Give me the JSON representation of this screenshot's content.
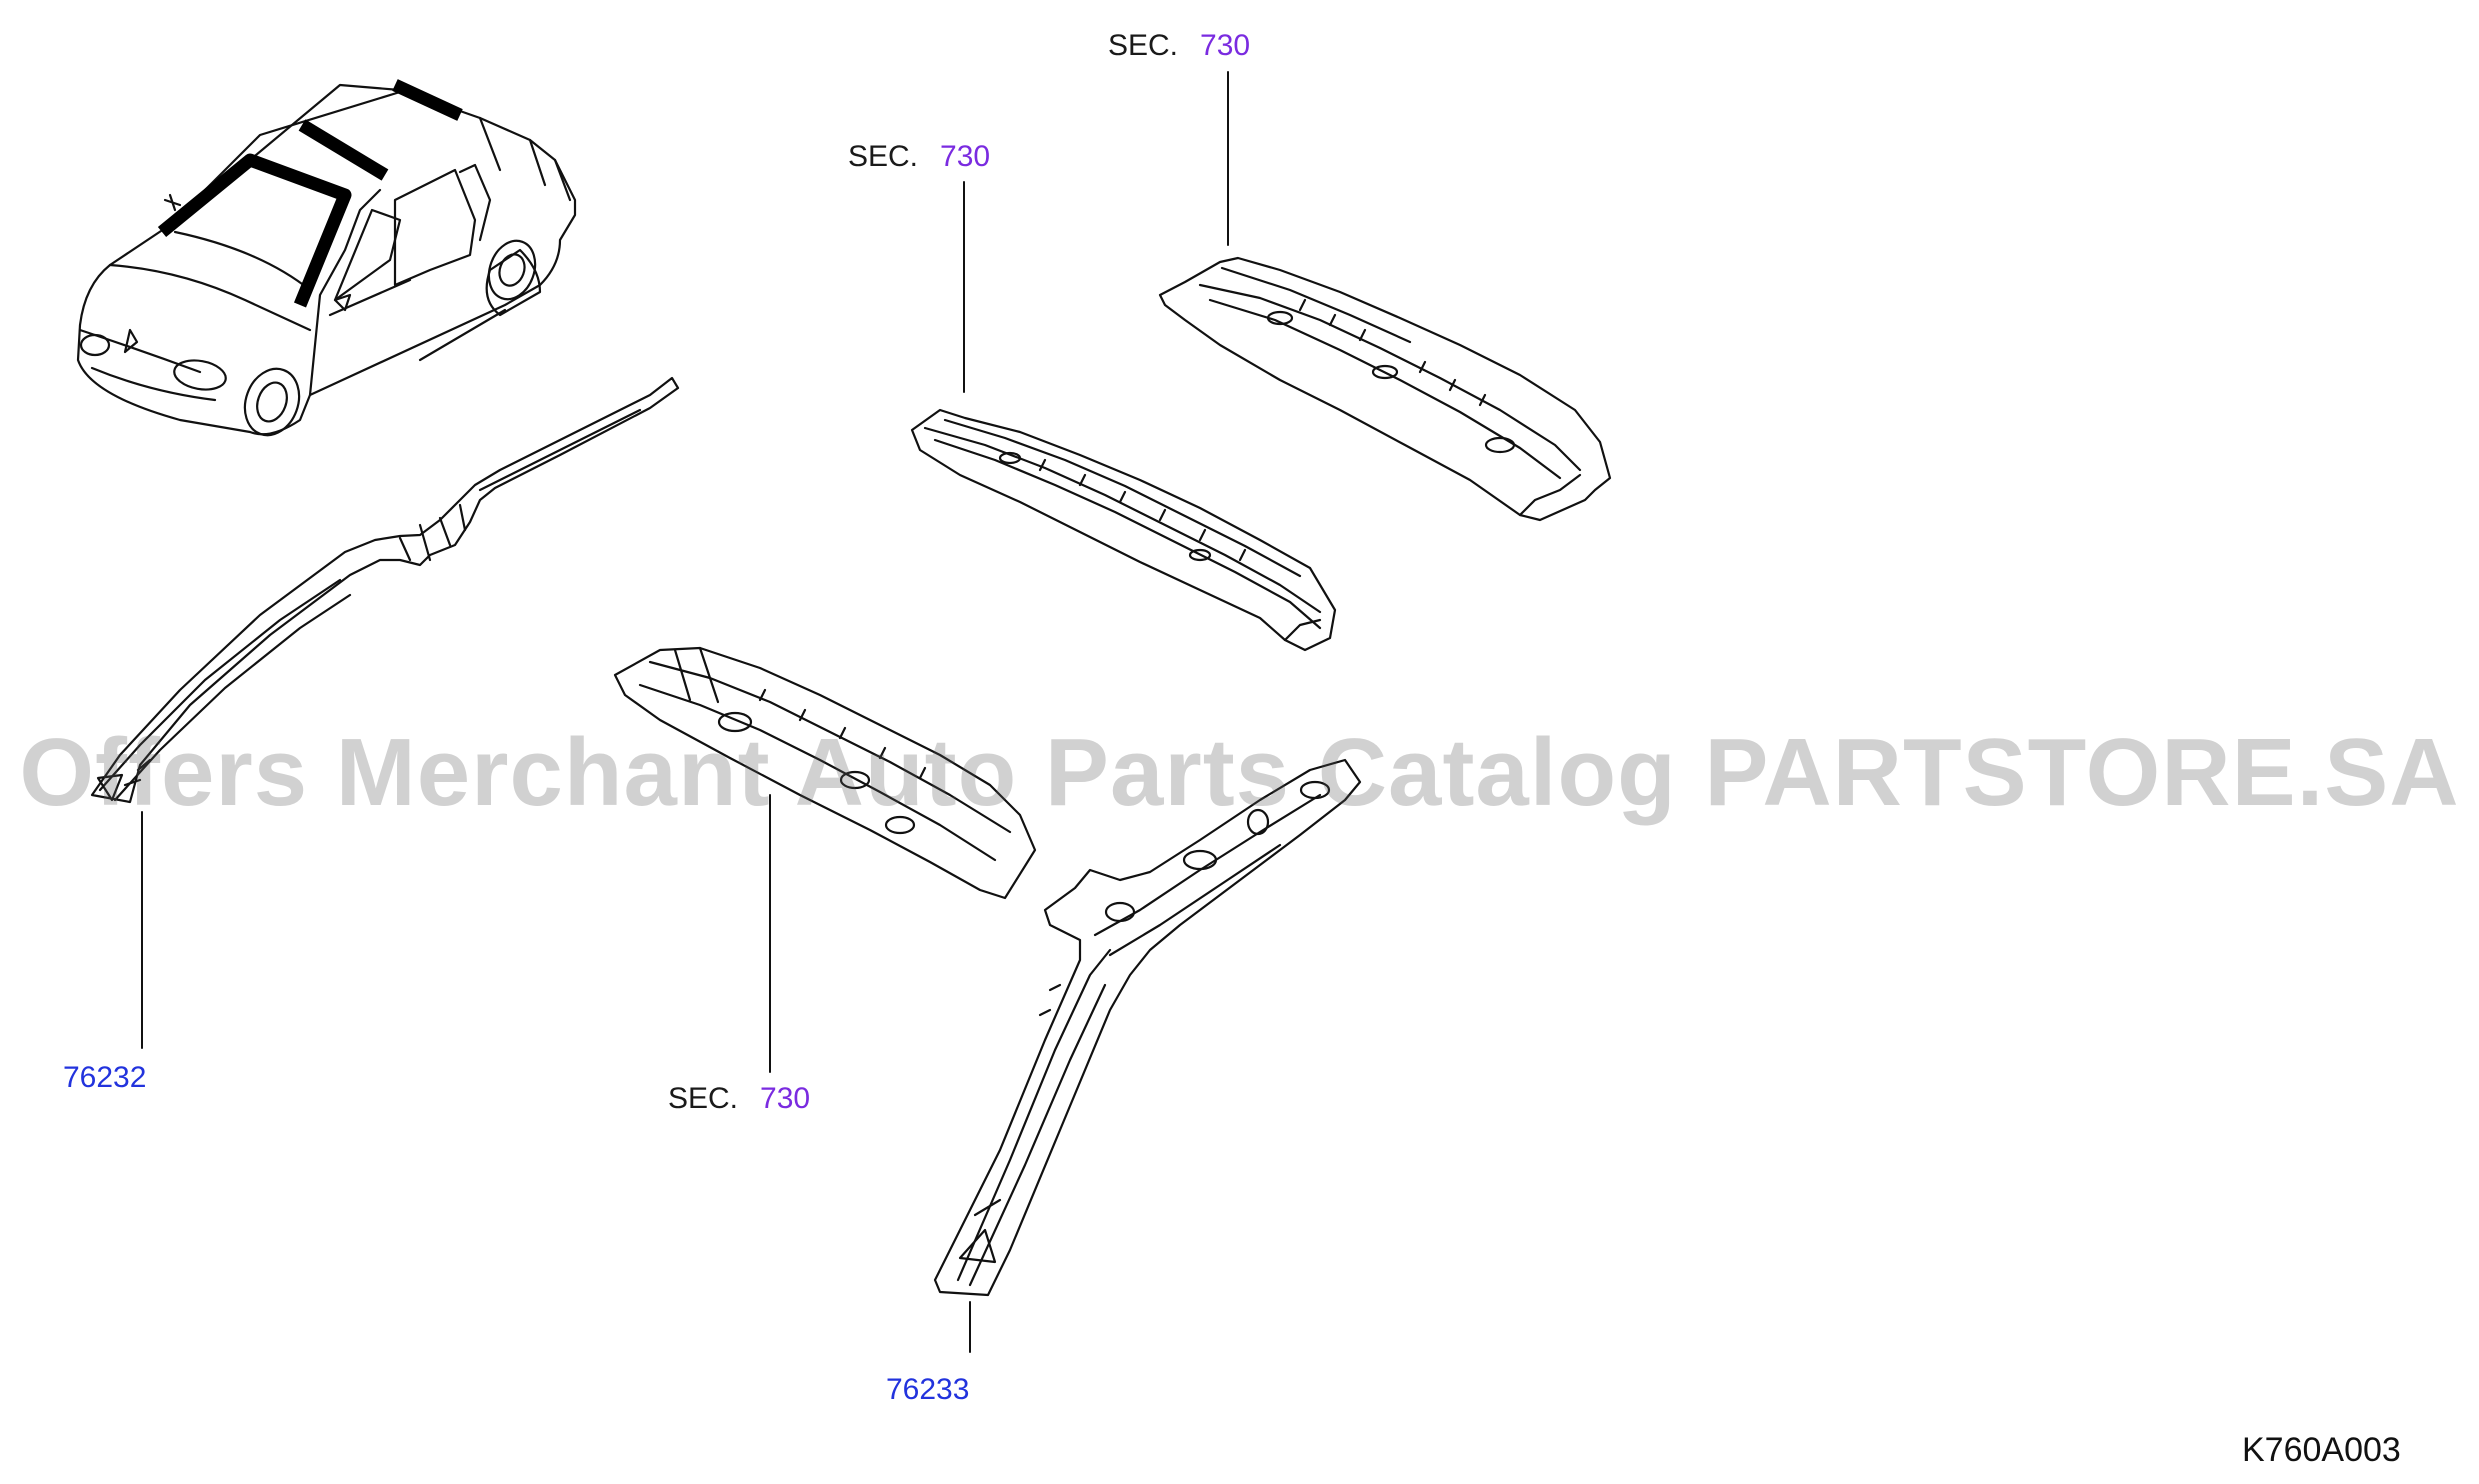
{
  "labels": {
    "sec_text": "SEC.",
    "sec_ref_1": "730",
    "sec_ref_2": "730",
    "sec_ref_3": "730",
    "part_76232": "76232",
    "part_76233": "76233",
    "diagram_code": "K760A003"
  },
  "watermark": "Offers Merchant Auto Parts Catalog PARTSTORE.SA",
  "colors": {
    "part_link": "#2233dd",
    "sec_number": "#7a2be0",
    "line": "#111111",
    "roof_highlight": "#000000"
  }
}
